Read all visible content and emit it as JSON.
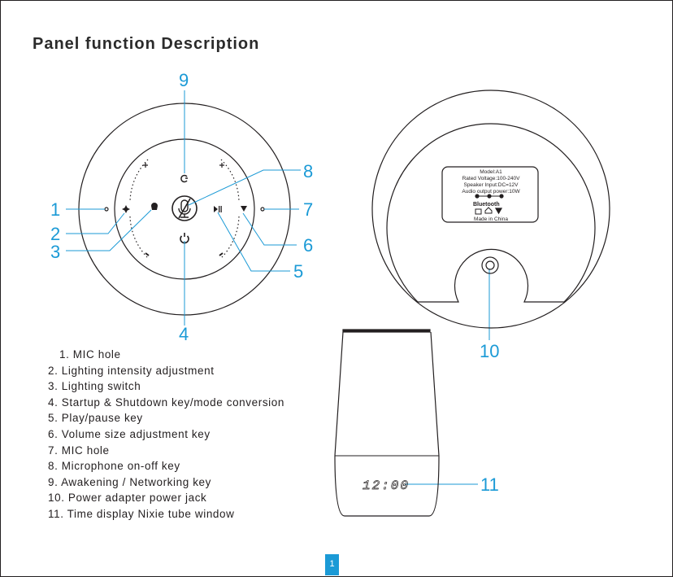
{
  "title": "Panel function Description",
  "callouts": [
    "1",
    "2",
    "3",
    "4",
    "5",
    "6",
    "7",
    "8",
    "9",
    "10",
    "11"
  ],
  "label": {
    "model": "Model:A1",
    "voltage": "Rated Voltage:100-240V",
    "input": "Speaker Input:DC=12V",
    "power": "Audio output power:10W",
    "bluetooth": "Bluetooth",
    "made_in": "Made in China"
  },
  "clock_display": "12:00",
  "descriptions": [
    "1. MIC hole",
    "2. Lighting intensity adjustment",
    "3. Lighting switch",
    "4. Startup & Shutdown key/mode conversion",
    "5. Play/pause key",
    "6. Volume size adjustment key",
    "7. MIC hole",
    "8. Microphone on-off key",
    "9. Awakening / Networking key",
    "10. Power adapter power jack",
    "11. Time display Nixie tube window"
  ],
  "page_number": "1",
  "colors": {
    "accent": "#1b9ad6",
    "ink": "#231f20"
  }
}
